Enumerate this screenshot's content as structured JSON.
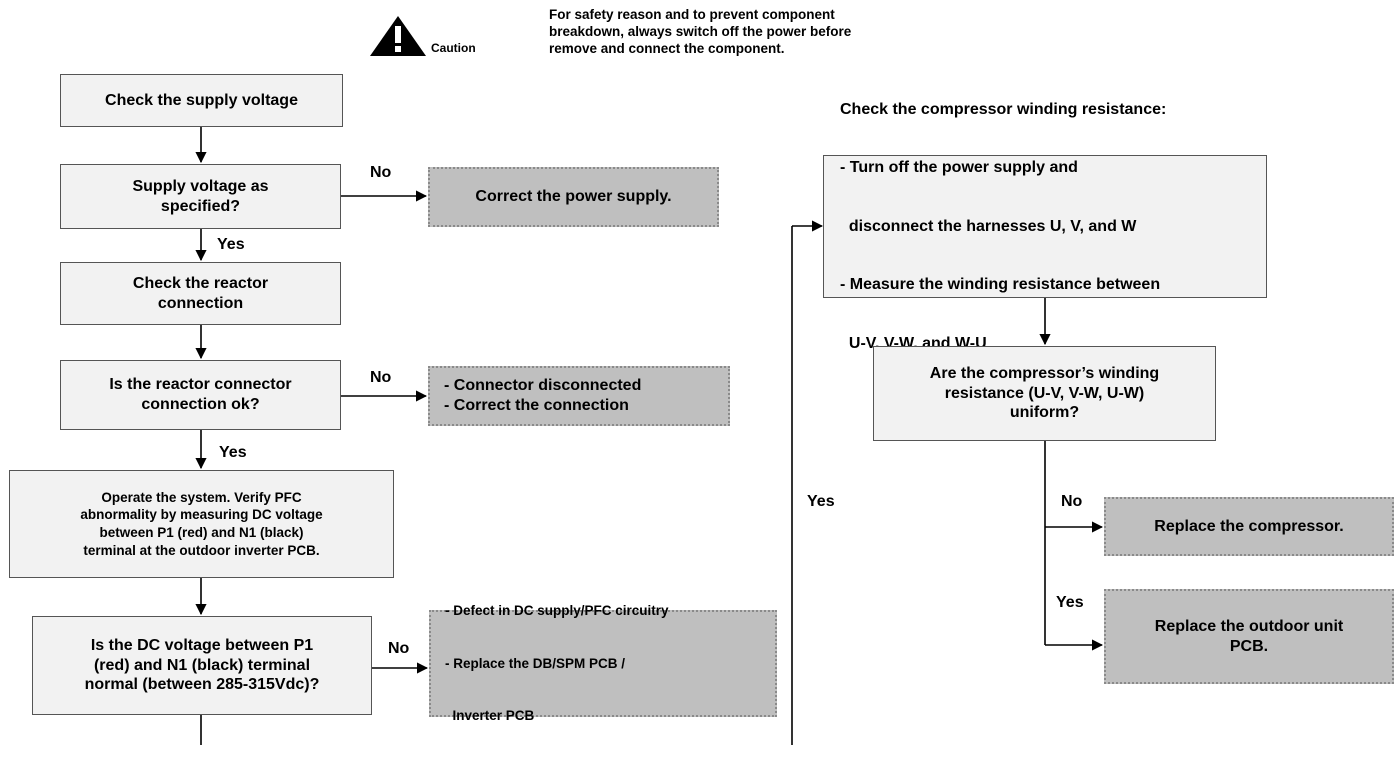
{
  "caution": {
    "label": "Caution",
    "lines": [
      "For safety reason and to prevent component",
      "breakdown, always switch off the power before",
      "remove and connect the component."
    ]
  },
  "flow": {
    "check_supply": "Check the supply voltage",
    "supply_specified": [
      "Supply voltage as",
      "specified?"
    ],
    "correct_power": "Correct the power supply.",
    "check_reactor": [
      "Check the reactor",
      "connection"
    ],
    "reactor_ok": [
      "Is the reactor connector",
      "connection ok?"
    ],
    "connector_fix": [
      "- Connector disconnected",
      "- Correct the connection"
    ],
    "operate_system": [
      "Operate the system. Verify PFC",
      "abnormality by measuring DC voltage",
      "between P1 (red) and N1 (black)",
      "terminal at the outdoor inverter PCB."
    ],
    "dc_voltage_normal": [
      "Is the DC voltage between P1",
      "(red) and N1 (black) terminal",
      "normal (between 285-315Vdc)?"
    ],
    "dc_defect": [
      "- Defect in DC supply/PFC circuitry",
      "- Replace the DB/SPM PCB /",
      "  Inverter PCB"
    ],
    "check_winding": [
      "Check the compressor winding resistance:",
      "- Turn off the power supply and",
      "  disconnect the harnesses U, V, and W",
      "- Measure the winding resistance between",
      "  U-V, V-W, and W-U"
    ],
    "winding_uniform": [
      "Are the compressor’s winding",
      "resistance (U-V, V-W, U-W)",
      "uniform?"
    ],
    "replace_compressor": "Replace the compressor.",
    "replace_pcb": [
      "Replace the outdoor unit",
      "PCB."
    ]
  },
  "labels": {
    "no_1": "No",
    "yes_1": "Yes",
    "no_2": "No",
    "yes_2": "Yes",
    "no_3": "No",
    "yes_mid": "Yes",
    "no_4": "No",
    "yes_4": "Yes"
  }
}
